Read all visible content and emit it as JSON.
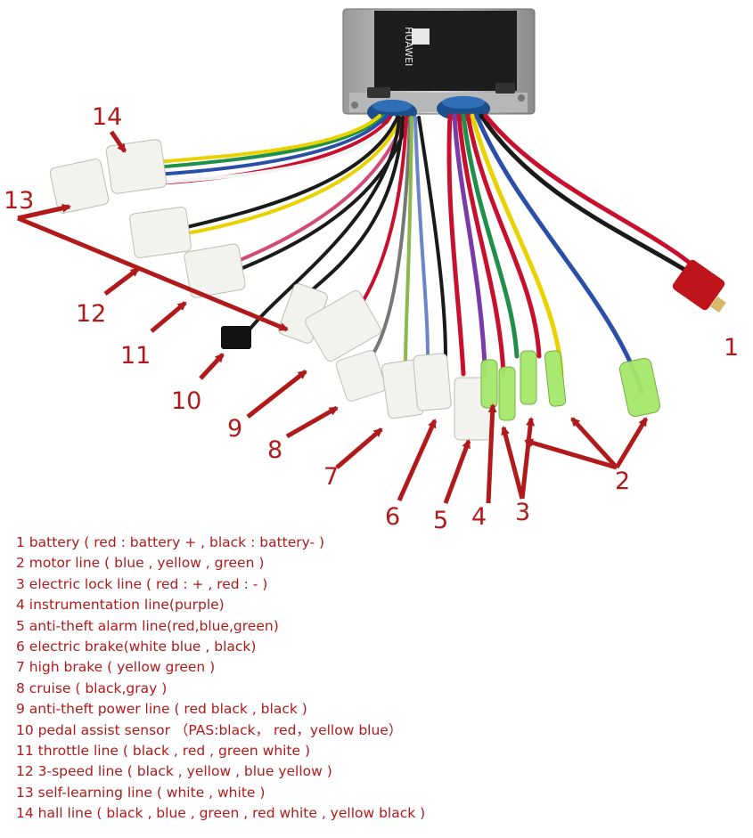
{
  "controller": {
    "brand": "HUAWEI"
  },
  "callouts": [
    "1",
    "2",
    "3",
    "4",
    "5",
    "6",
    "7",
    "8",
    "9",
    "10",
    "11",
    "12",
    "13",
    "14"
  ],
  "legend": [
    "1 battery ( red : battery + , black : battery- )",
    "2 motor line ( blue , yellow , green )",
    "3 electric lock line ( red : + , red : - )",
    "4 instrumentation line(purple)",
    "5 anti-theft alarm line(red,blue,green)",
    "6 electric brake(white blue , black)",
    "7 high brake ( yellow green )",
    "8 cruise ( black,gray )",
    "9 anti-theft power line ( red black , black )",
    "10 pedal assist sensor （PAS:black， red，yellow blue）",
    "11 throttle line ( black , red , green white )",
    "12 3-speed line ( black , yellow , blue yellow )",
    "13 self-learning line ( white , white )",
    "14 hall line ( black , blue , green , red white , yellow black )"
  ],
  "colors": {
    "annotation": "#b01a1a",
    "wire_red": "#c8102e",
    "wire_black": "#1a1a1a",
    "wire_blue": "#2b4fa8",
    "wire_yellow": "#e8d200",
    "wire_green": "#1f8f4a",
    "connector_white": "#f2f2ee",
    "connector_green": "#a6e86a"
  }
}
